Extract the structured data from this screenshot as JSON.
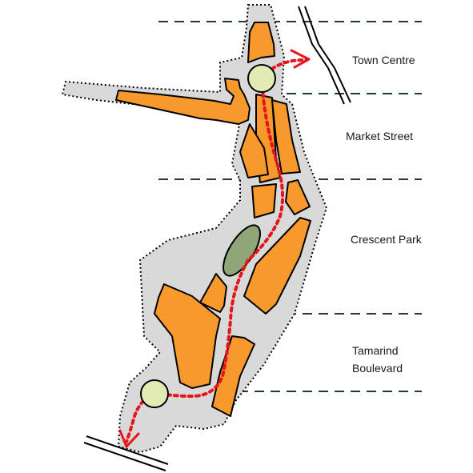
{
  "zones": [
    {
      "id": "town-centre",
      "lines": [
        "Town Centre"
      ]
    },
    {
      "id": "market-street",
      "lines": [
        "Market Street"
      ]
    },
    {
      "id": "crescent-park",
      "lines": [
        "Crescent Park"
      ]
    },
    {
      "id": "tamarind-boulevard",
      "lines": [
        "Tamarind",
        "Boulevard"
      ]
    }
  ],
  "colors": {
    "building": "#F7992C",
    "site_area": "#D9D9D9",
    "park": "#8FA678",
    "node": "#E2EBB3",
    "route": "#E8141B",
    "divider": "#1F3A3A",
    "road": "#000000"
  }
}
